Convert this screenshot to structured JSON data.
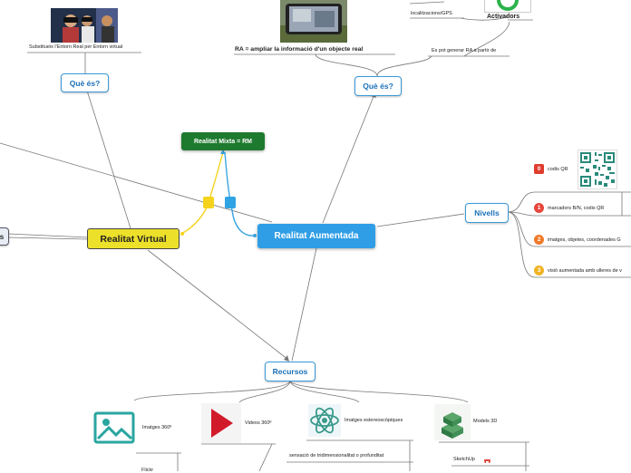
{
  "nodes": {
    "realitat_augmentada": "Realitat Aumentada",
    "realitat_virtual": "Realitat Virtual",
    "realitat_mixta": "Realitat Mixta = RM",
    "que_es_rv": "Què és?",
    "que_es_ra": "Què és?",
    "nivells": "Nivells",
    "recursos": "Recursos",
    "left_partial": "s"
  },
  "leaves": {
    "substitueix": "Substitueix l'Entorn Real per Entorn virtual",
    "ra_ampliar": "RA = ampliar la informació d'un objecte real",
    "localitzacions": "localitzacions/GPS",
    "activadors": "Activadors",
    "es_pot_generar": "Es pot generar RA a partir de",
    "codis_qr": "codis QR",
    "marcadors": "marcadors B/N, codis QR",
    "imatges_objetes": "imatges, objetes, coordenades G",
    "visio_aumentada": "visió aumentada amb ulleres de v",
    "imatges360": "Imatges 360º",
    "videos360": "Videos 360º",
    "imatges_estereo": "Imatges estereoscòpiques",
    "models3d": "Models 3D",
    "sensacio": "sensació de tridimensionalitat o profunditat",
    "sketchup": "SketchUp",
    "flickr_partial": "Flickr"
  },
  "levels": [
    "0",
    "1",
    "2",
    "3"
  ],
  "colors": {
    "accent_blue": "#2f9ee6",
    "rv_yellow": "#ede02a",
    "mixta_green": "#1e7a2e",
    "level0": "#e03c2e",
    "level1": "#e8453c",
    "level2": "#f07a2a",
    "level3": "#f0b323",
    "link_yellow": "#f5d31c",
    "link_blue": "#3aa6e0"
  },
  "icons": [
    "vr-headset-photo",
    "tablet-ar-photo",
    "activator-icon",
    "qr-code-image",
    "image-icon",
    "play-icon",
    "atom-icon",
    "cubes-icon",
    "sketchup-icon",
    "flickr-icon"
  ]
}
